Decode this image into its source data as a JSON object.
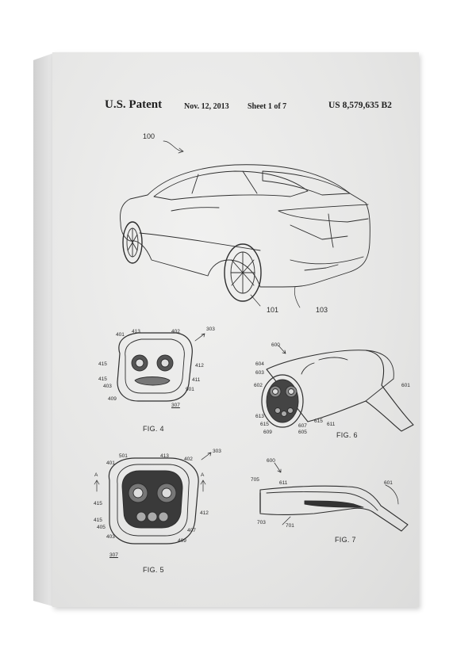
{
  "header": {
    "patent_label": "U.S. Patent",
    "date": "Nov. 12, 2013",
    "sheet": "Sheet 1 of 7",
    "patent_number": "US 8,579,635 B2"
  },
  "figures": {
    "fig4": "FIG. 4",
    "fig5": "FIG. 5",
    "fig6": "FIG. 6",
    "fig7": "FIG. 7"
  },
  "references": {
    "car": {
      "r100": "100",
      "r101": "101",
      "r103": "103"
    },
    "fig4": {
      "r303": "303",
      "r401": "401",
      "r413": "413",
      "r402": "402",
      "r415a": "415",
      "r412": "412",
      "r415b": "415",
      "r411": "411",
      "r403": "403",
      "r901": "901",
      "r409": "409",
      "r307": "307"
    },
    "fig5": {
      "r303": "303",
      "r501": "501",
      "r413": "413",
      "r401": "401",
      "r402": "402",
      "a_left": "A",
      "a_right": "A",
      "r415a": "415",
      "r412": "412",
      "r415b": "415",
      "r405": "405",
      "r407": "407",
      "r403": "403",
      "r409": "409",
      "r307": "307"
    },
    "fig6": {
      "r600": "600",
      "r604": "604",
      "r603": "603",
      "r602": "602",
      "r601": "601",
      "r613": "613",
      "r615a": "615",
      "r609": "609",
      "r607": "607",
      "r605": "605",
      "r615b": "615",
      "r611": "611"
    },
    "fig7": {
      "r600": "600",
      "r705": "705",
      "r611": "611",
      "r601": "601",
      "r703": "703",
      "r701": "701"
    }
  },
  "colors": {
    "paper": "#e6e6e5",
    "ink": "#2a2a2a"
  }
}
